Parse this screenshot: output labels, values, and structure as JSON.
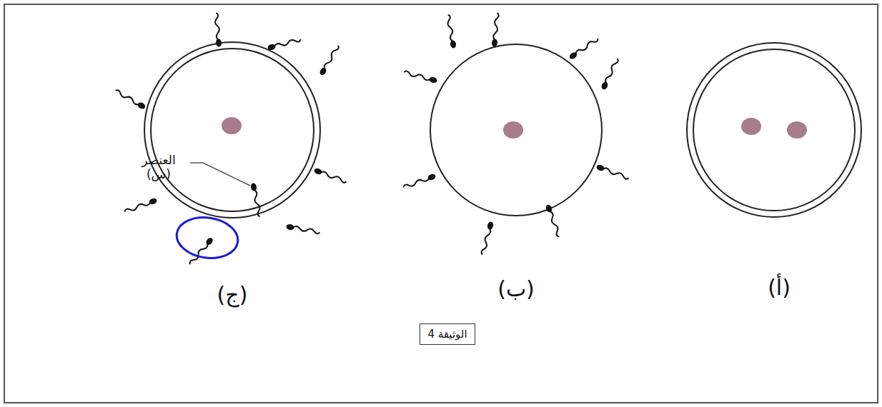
{
  "diagram": {
    "nodes": [
      {
        "text": [
          "الوثيقة 4"
        ]
      }
    ],
    "labels": [
      "العنصر (س)",
      "(ج)",
      "(ب)",
      "(أ)"
    ]
  }
}
